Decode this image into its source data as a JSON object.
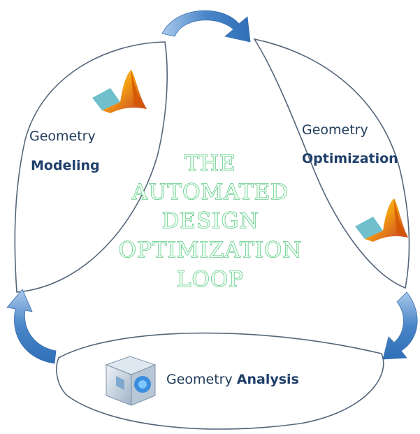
{
  "center_title": {
    "lines": [
      "THE",
      "AUTOMATED",
      "DESIGN",
      "OPTIMIZATION",
      "LOOP"
    ]
  },
  "stages": {
    "modeling": {
      "line1": "Geometry",
      "line2": "Modeling",
      "icon": "matlab-logo-icon"
    },
    "optimization": {
      "line1": "Geometry",
      "line2": "Optimization",
      "icon": "matlab-logo-icon"
    },
    "analysis": {
      "prefix": "Geometry ",
      "emphasis": "Analysis",
      "icon": "analysis-cube-icon"
    }
  },
  "colors": {
    "outline": "#55657a",
    "arrow": "#4a86c8",
    "arrow_light": "#a9c9ec",
    "title_stroke": "#27b15b",
    "label_text": "#1f3b5a"
  }
}
